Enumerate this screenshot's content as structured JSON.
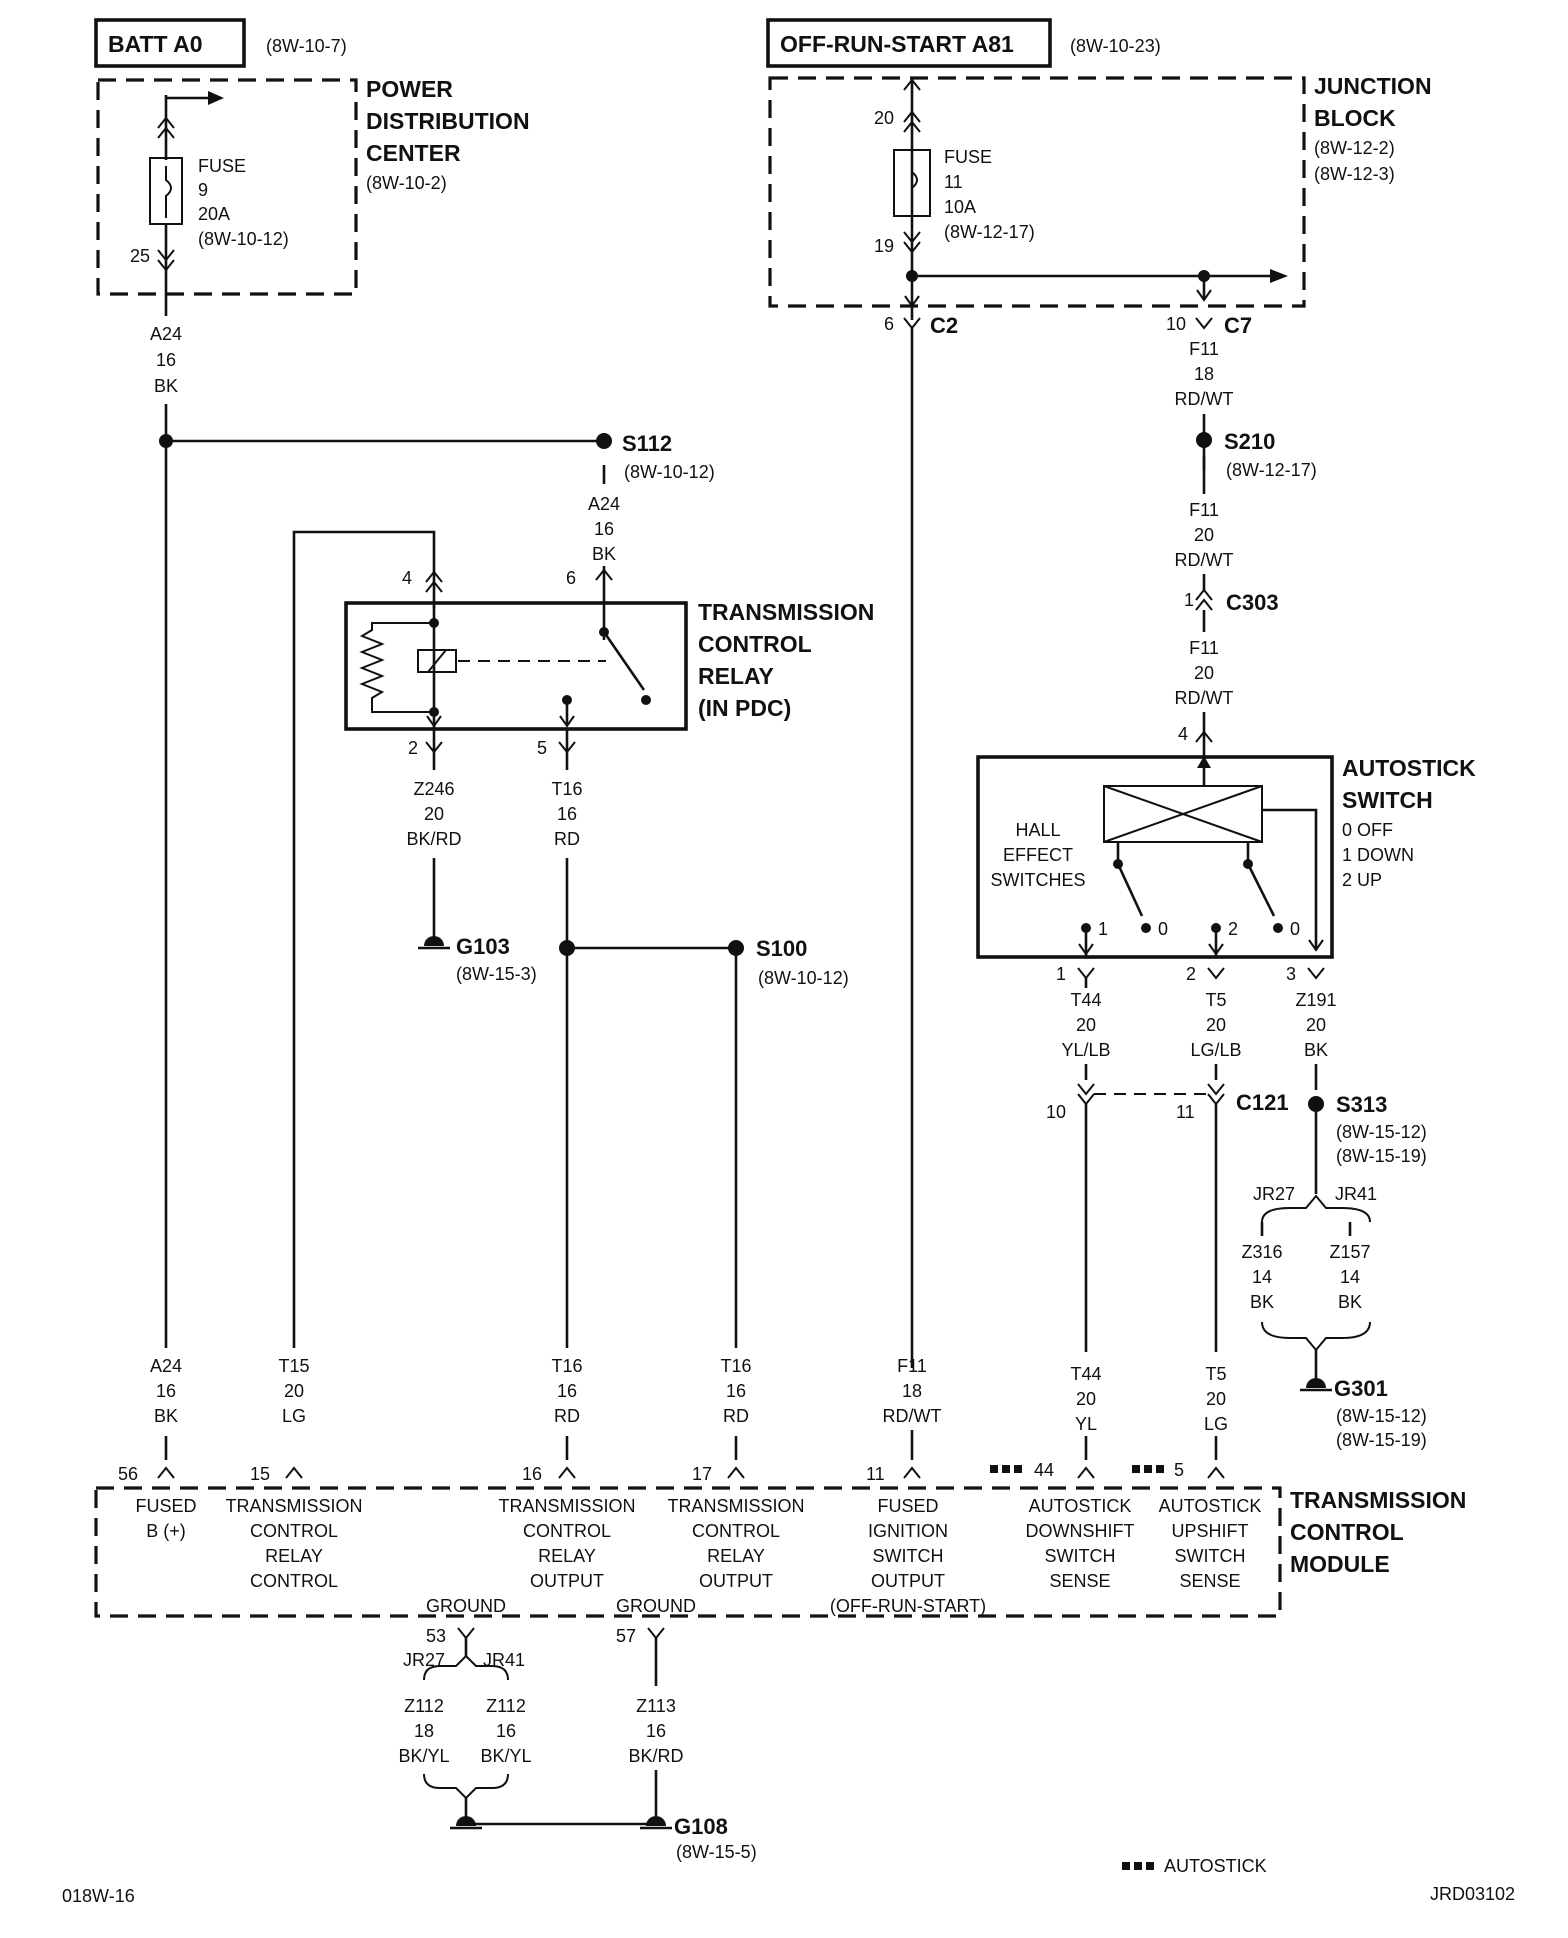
{
  "header": {
    "batt": "BATT A0",
    "batt_ref": "(8W-10-7)",
    "offrun": "OFF-RUN-START A81",
    "offrun_ref": "(8W-10-23)"
  },
  "pdc": {
    "title": [
      "POWER",
      "DISTRIBUTION",
      "CENTER"
    ],
    "ref": "(8W-10-2)",
    "fuse": [
      "FUSE",
      "9",
      "20A",
      "(8W-10-12)"
    ],
    "pin_out": "25"
  },
  "junction_block": {
    "title": [
      "JUNCTION",
      "BLOCK"
    ],
    "refs": [
      "(8W-12-2)",
      "(8W-12-3)"
    ],
    "fuse": [
      "FUSE",
      "11",
      "10A",
      "(8W-12-17)"
    ],
    "pin_in": "20",
    "pin_out": "19",
    "c2_pin": "6",
    "c2": "C2",
    "c7_pin": "10",
    "c7": "C7"
  },
  "wires": {
    "a24_top": [
      "A24",
      "16",
      "BK"
    ],
    "a24_relay": [
      "A24",
      "16",
      "BK"
    ],
    "f11_c7": [
      "F11",
      "18",
      "RD/WT"
    ],
    "f11_s210": [
      "F11",
      "20",
      "RD/WT"
    ],
    "f11_c303": [
      "F11",
      "20",
      "RD/WT"
    ],
    "z246": [
      "Z246",
      "20",
      "BK/RD"
    ],
    "t16_relay": [
      "T16",
      "16",
      "RD"
    ],
    "t44_switch": [
      "T44",
      "20",
      "YL/LB"
    ],
    "t5_switch": [
      "T5",
      "20",
      "LG/LB"
    ],
    "z191": [
      "Z191",
      "20",
      "BK"
    ],
    "z316": [
      "Z316",
      "14",
      "BK"
    ],
    "z157": [
      "Z157",
      "14",
      "BK"
    ],
    "a24_tcm": [
      "A24",
      "16",
      "BK"
    ],
    "t15_tcm": [
      "T15",
      "20",
      "LG"
    ],
    "t16_tcm1": [
      "T16",
      "16",
      "RD"
    ],
    "t16_tcm2": [
      "T16",
      "16",
      "RD"
    ],
    "f11_tcm": [
      "F11",
      "18",
      "RD/WT"
    ],
    "t44_tcm": [
      "T44",
      "20",
      "YL"
    ],
    "t5_tcm": [
      "T5",
      "20",
      "LG"
    ],
    "z112a": [
      "Z112",
      "18",
      "BK/YL"
    ],
    "z112b": [
      "Z112",
      "16",
      "BK/YL"
    ],
    "z113": [
      "Z113",
      "16",
      "BK/RD"
    ]
  },
  "splices": {
    "s112": "S112",
    "s112_ref": "(8W-10-12)",
    "s210": "S210",
    "s210_ref": "(8W-12-17)",
    "s100": "S100",
    "s100_ref": "(8W-10-12)",
    "s313": "S313",
    "s313_refs": [
      "(8W-15-12)",
      "(8W-15-19)"
    ]
  },
  "grounds": {
    "g103": "G103",
    "g103_ref": "(8W-15-3)",
    "g301": "G301",
    "g301_refs": [
      "(8W-15-12)",
      "(8W-15-19)"
    ],
    "g108": "G108",
    "g108_ref": "(8W-15-5)"
  },
  "relay": {
    "title": [
      "TRANSMISSION",
      "CONTROL",
      "RELAY",
      "(IN PDC)"
    ],
    "pin4": "4",
    "pin6": "6",
    "pin2": "2",
    "pin5": "5"
  },
  "c303": {
    "pin": "1",
    "name": "C303"
  },
  "autostick": {
    "title": [
      "AUTOSTICK",
      "SWITCH"
    ],
    "modes": [
      "0 OFF",
      "1 DOWN",
      "2 UP"
    ],
    "hall": [
      "HALL",
      "EFFECT",
      "SWITCHES"
    ],
    "pin4": "4",
    "contacts": [
      "1",
      "0",
      "2",
      "0"
    ],
    "pins": [
      "1",
      "2",
      "3"
    ]
  },
  "c121": {
    "pin10": "10",
    "pin11": "11",
    "name": "C121"
  },
  "jr": {
    "jr27": "JR27",
    "jr41": "JR41"
  },
  "tcm": {
    "title": [
      "TRANSMISSION",
      "CONTROL",
      "MODULE"
    ],
    "pins": [
      "56",
      "15",
      "16",
      "17",
      "11",
      "44",
      "5"
    ],
    "functions": [
      [
        "FUSED",
        "B (+)"
      ],
      [
        "TRANSMISSION",
        "CONTROL",
        "RELAY",
        "CONTROL"
      ],
      [
        "TRANSMISSION",
        "CONTROL",
        "RELAY",
        "OUTPUT"
      ],
      [
        "TRANSMISSION",
        "CONTROL",
        "RELAY",
        "OUTPUT"
      ],
      [
        "FUSED",
        "IGNITION",
        "SWITCH",
        "OUTPUT",
        "(OFF-RUN-START)"
      ],
      [
        "AUTOSTICK",
        "DOWNSHIFT",
        "SWITCH",
        "SENSE"
      ],
      [
        "AUTOSTICK",
        "UPSHIFT",
        "SWITCH",
        "SENSE"
      ]
    ],
    "ground": "GROUND",
    "gnd_pin53": "53",
    "gnd_pin57": "57"
  },
  "footer": {
    "legend": "AUTOSTICK",
    "left_code": "018W-16",
    "right_code": "JRD03102"
  }
}
